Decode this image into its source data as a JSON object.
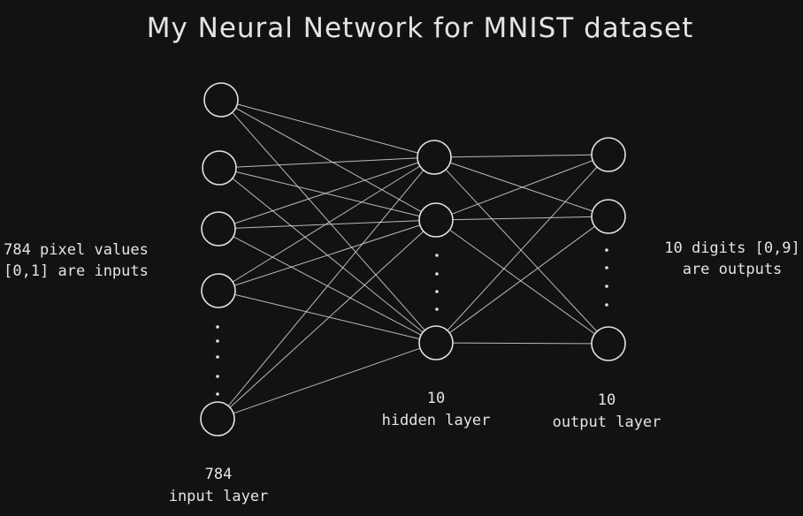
{
  "title": "My Neural Network for MNIST dataset",
  "input_side_label": [
    "784 pixel values",
    "[0,1] are inputs"
  ],
  "output_side_label": [
    "10 digits [0,9]",
    "are outputs"
  ],
  "layers": [
    {
      "id": "input",
      "count": "784",
      "name": "input layer"
    },
    {
      "id": "hidden",
      "count": "10",
      "name": "hidden layer"
    },
    {
      "id": "output",
      "count": "10",
      "name": "output layer"
    }
  ]
}
